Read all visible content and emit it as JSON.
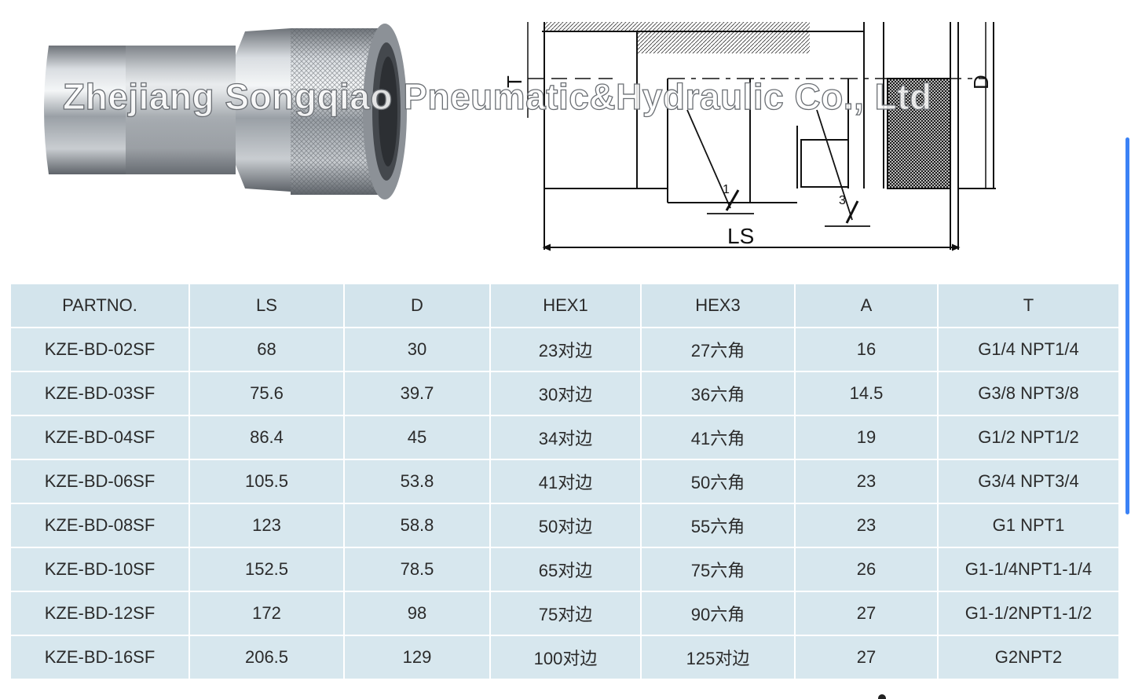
{
  "figure": {
    "watermark": "Zhejiang Songqiao Pneumatic&Hydraulic Co., Ltd",
    "drawing_labels": {
      "t": "T",
      "d": "D",
      "ls": "LS",
      "hex1": "1",
      "hex3": "3"
    }
  },
  "table": {
    "headers": [
      "PARTNO.",
      "LS",
      "D",
      "HEX1",
      "HEX3",
      "A",
      "T"
    ],
    "rows": [
      [
        "KZE-BD-02SF",
        "68",
        "30",
        "23对边",
        "27六角",
        "16",
        "G1/4 NPT1/4"
      ],
      [
        "KZE-BD-03SF",
        "75.6",
        "39.7",
        "30对边",
        "36六角",
        "14.5",
        "G3/8 NPT3/8"
      ],
      [
        "KZE-BD-04SF",
        "86.4",
        "45",
        "34对边",
        "41六角",
        "19",
        "G1/2 NPT1/2"
      ],
      [
        "KZE-BD-06SF",
        "105.5",
        "53.8",
        "41对边",
        "50六角",
        "23",
        "G3/4 NPT3/4"
      ],
      [
        "KZE-BD-08SF",
        "123",
        "58.8",
        "50对边",
        "55六角",
        "23",
        "G1 NPT1"
      ],
      [
        "KZE-BD-10SF",
        "152.5",
        "78.5",
        "65对边",
        "75六角",
        "26",
        "G1-1/4NPT1-1/4"
      ],
      [
        "KZE-BD-12SF",
        "172",
        "98",
        "75对边",
        "90六角",
        "27",
        "G1-1/2NPT1-1/2"
      ],
      [
        "KZE-BD-16SF",
        "206.5",
        "129",
        "100对边",
        "125对边",
        "27",
        "G2NPT2"
      ]
    ]
  },
  "colors": {
    "cell_bg": "#d7e7ee",
    "scrollbar": "#3b82f6"
  }
}
